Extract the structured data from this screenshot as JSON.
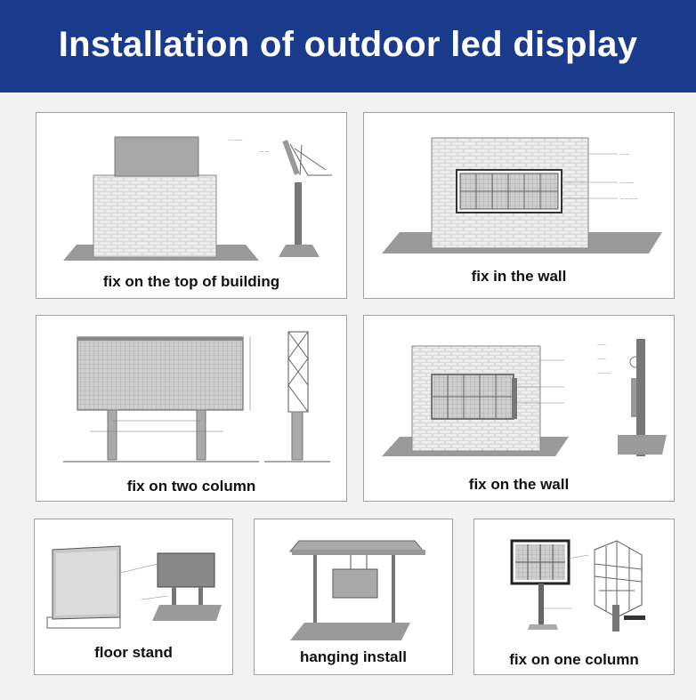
{
  "header": {
    "title": "Installation of outdoor led display",
    "background_color": "#1a3a8c",
    "text_color": "#ffffff"
  },
  "cards": [
    {
      "id": "top-of-building",
      "caption": "fix on the top of building"
    },
    {
      "id": "in-the-wall",
      "caption": "fix in the wall"
    },
    {
      "id": "two-column",
      "caption": "fix on two column"
    },
    {
      "id": "on-the-wall",
      "caption": "fix on the wall"
    },
    {
      "id": "floor-stand",
      "caption": "floor stand"
    },
    {
      "id": "hanging-install",
      "caption": "hanging install"
    },
    {
      "id": "one-column",
      "caption": "fix on one column"
    }
  ]
}
